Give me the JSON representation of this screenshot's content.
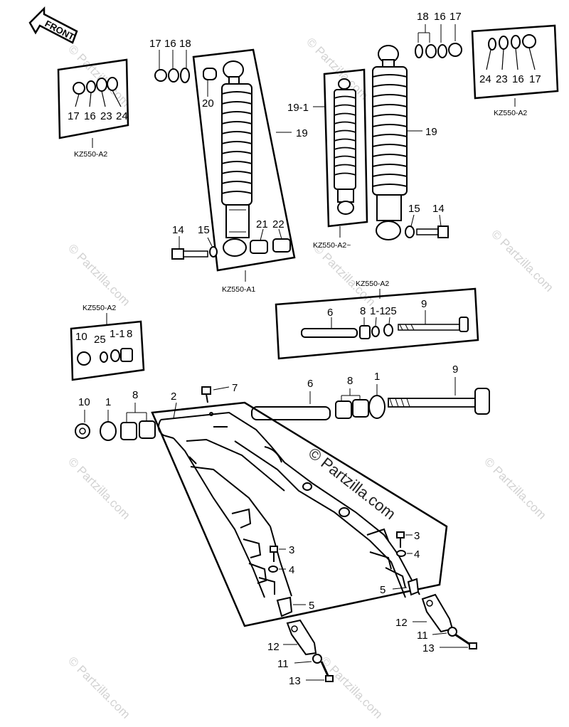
{
  "front_label": "FRONT",
  "variant_notes": {
    "a2_top_left": "KZ550-A2",
    "a2_top_right": "KZ550-A2",
    "a1_shock": "KZ550-A1",
    "a2_shock": "KZ550-A2~",
    "a2_pivot_left": "KZ550-A2",
    "a2_pivot_right": "KZ550-A2"
  },
  "callouts": {
    "p1": "1",
    "p2": "2",
    "p3": "3",
    "p4": "4",
    "p5": "5",
    "p6": "6",
    "p7": "7",
    "p8": "8",
    "p9": "9",
    "p10": "10",
    "p11": "11",
    "p12": "12",
    "p13": "13",
    "p14": "14",
    "p15": "15",
    "p16": "16",
    "p17": "17",
    "p18": "18",
    "p19": "19",
    "p19_1": "19-1",
    "p20": "20",
    "p21": "21",
    "p22": "22",
    "p23": "23",
    "p24": "24",
    "p25": "25",
    "p1_1": "1-1"
  },
  "watermark": {
    "text": "© Partzilla.com"
  }
}
